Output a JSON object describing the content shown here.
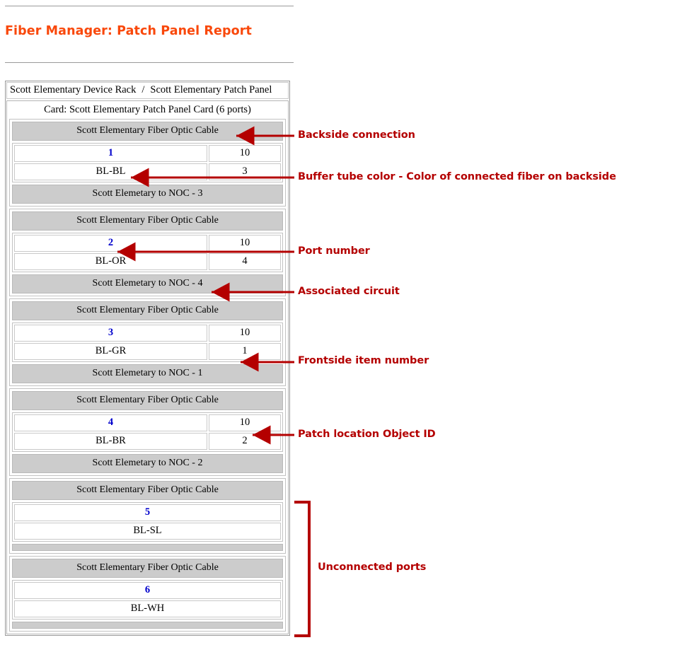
{
  "page": {
    "title": "Fiber Manager: Patch Panel Report",
    "title_color": "#f9480b",
    "annotation_color": "#b40000",
    "bar_color": "#cccccc",
    "port_number_color": "#0000cc"
  },
  "breadcrumb": {
    "parent": "Scott Elementary Device Rack",
    "separator": "/",
    "current": "Scott Elementary Patch Panel"
  },
  "card": {
    "title": "Card: Scott Elementary Patch Panel Card (6 ports)",
    "ports": [
      {
        "cable": "Scott Elementary Fiber Optic Cable",
        "port_number": "1",
        "patch_location_object_id": "10",
        "buffer_tube_color": "BL-BL",
        "frontside_item_number": "3",
        "circuit": "Scott Elemetary to NOC - 3",
        "connected": true
      },
      {
        "cable": "Scott Elementary Fiber Optic Cable",
        "port_number": "2",
        "patch_location_object_id": "10",
        "buffer_tube_color": "BL-OR",
        "frontside_item_number": "4",
        "circuit": "Scott Elemetary to NOC - 4",
        "connected": true
      },
      {
        "cable": "Scott Elementary Fiber Optic Cable",
        "port_number": "3",
        "patch_location_object_id": "10",
        "buffer_tube_color": "BL-GR",
        "frontside_item_number": "1",
        "circuit": "Scott Elemetary to NOC - 1",
        "connected": true
      },
      {
        "cable": "Scott Elementary Fiber Optic Cable",
        "port_number": "4",
        "patch_location_object_id": "10",
        "buffer_tube_color": "BL-BR",
        "frontside_item_number": "2",
        "circuit": "Scott Elemetary to NOC - 2",
        "connected": true
      },
      {
        "cable": "Scott Elementary Fiber Optic Cable",
        "port_number": "5",
        "patch_location_object_id": "",
        "buffer_tube_color": "BL-SL",
        "frontside_item_number": "",
        "circuit": "",
        "connected": false
      },
      {
        "cable": "Scott Elementary Fiber Optic Cable",
        "port_number": "6",
        "patch_location_object_id": "",
        "buffer_tube_color": "BL-WH",
        "frontside_item_number": "",
        "circuit": "",
        "connected": false
      }
    ]
  },
  "annotations": [
    {
      "label": "Backside connection"
    },
    {
      "label": "Buffer tube color - Color of connected fiber on backside"
    },
    {
      "label": "Port number"
    },
    {
      "label": "Associated circuit"
    },
    {
      "label": "Frontside item number"
    },
    {
      "label": "Patch location Object ID"
    },
    {
      "label": "Unconnected ports"
    }
  ]
}
